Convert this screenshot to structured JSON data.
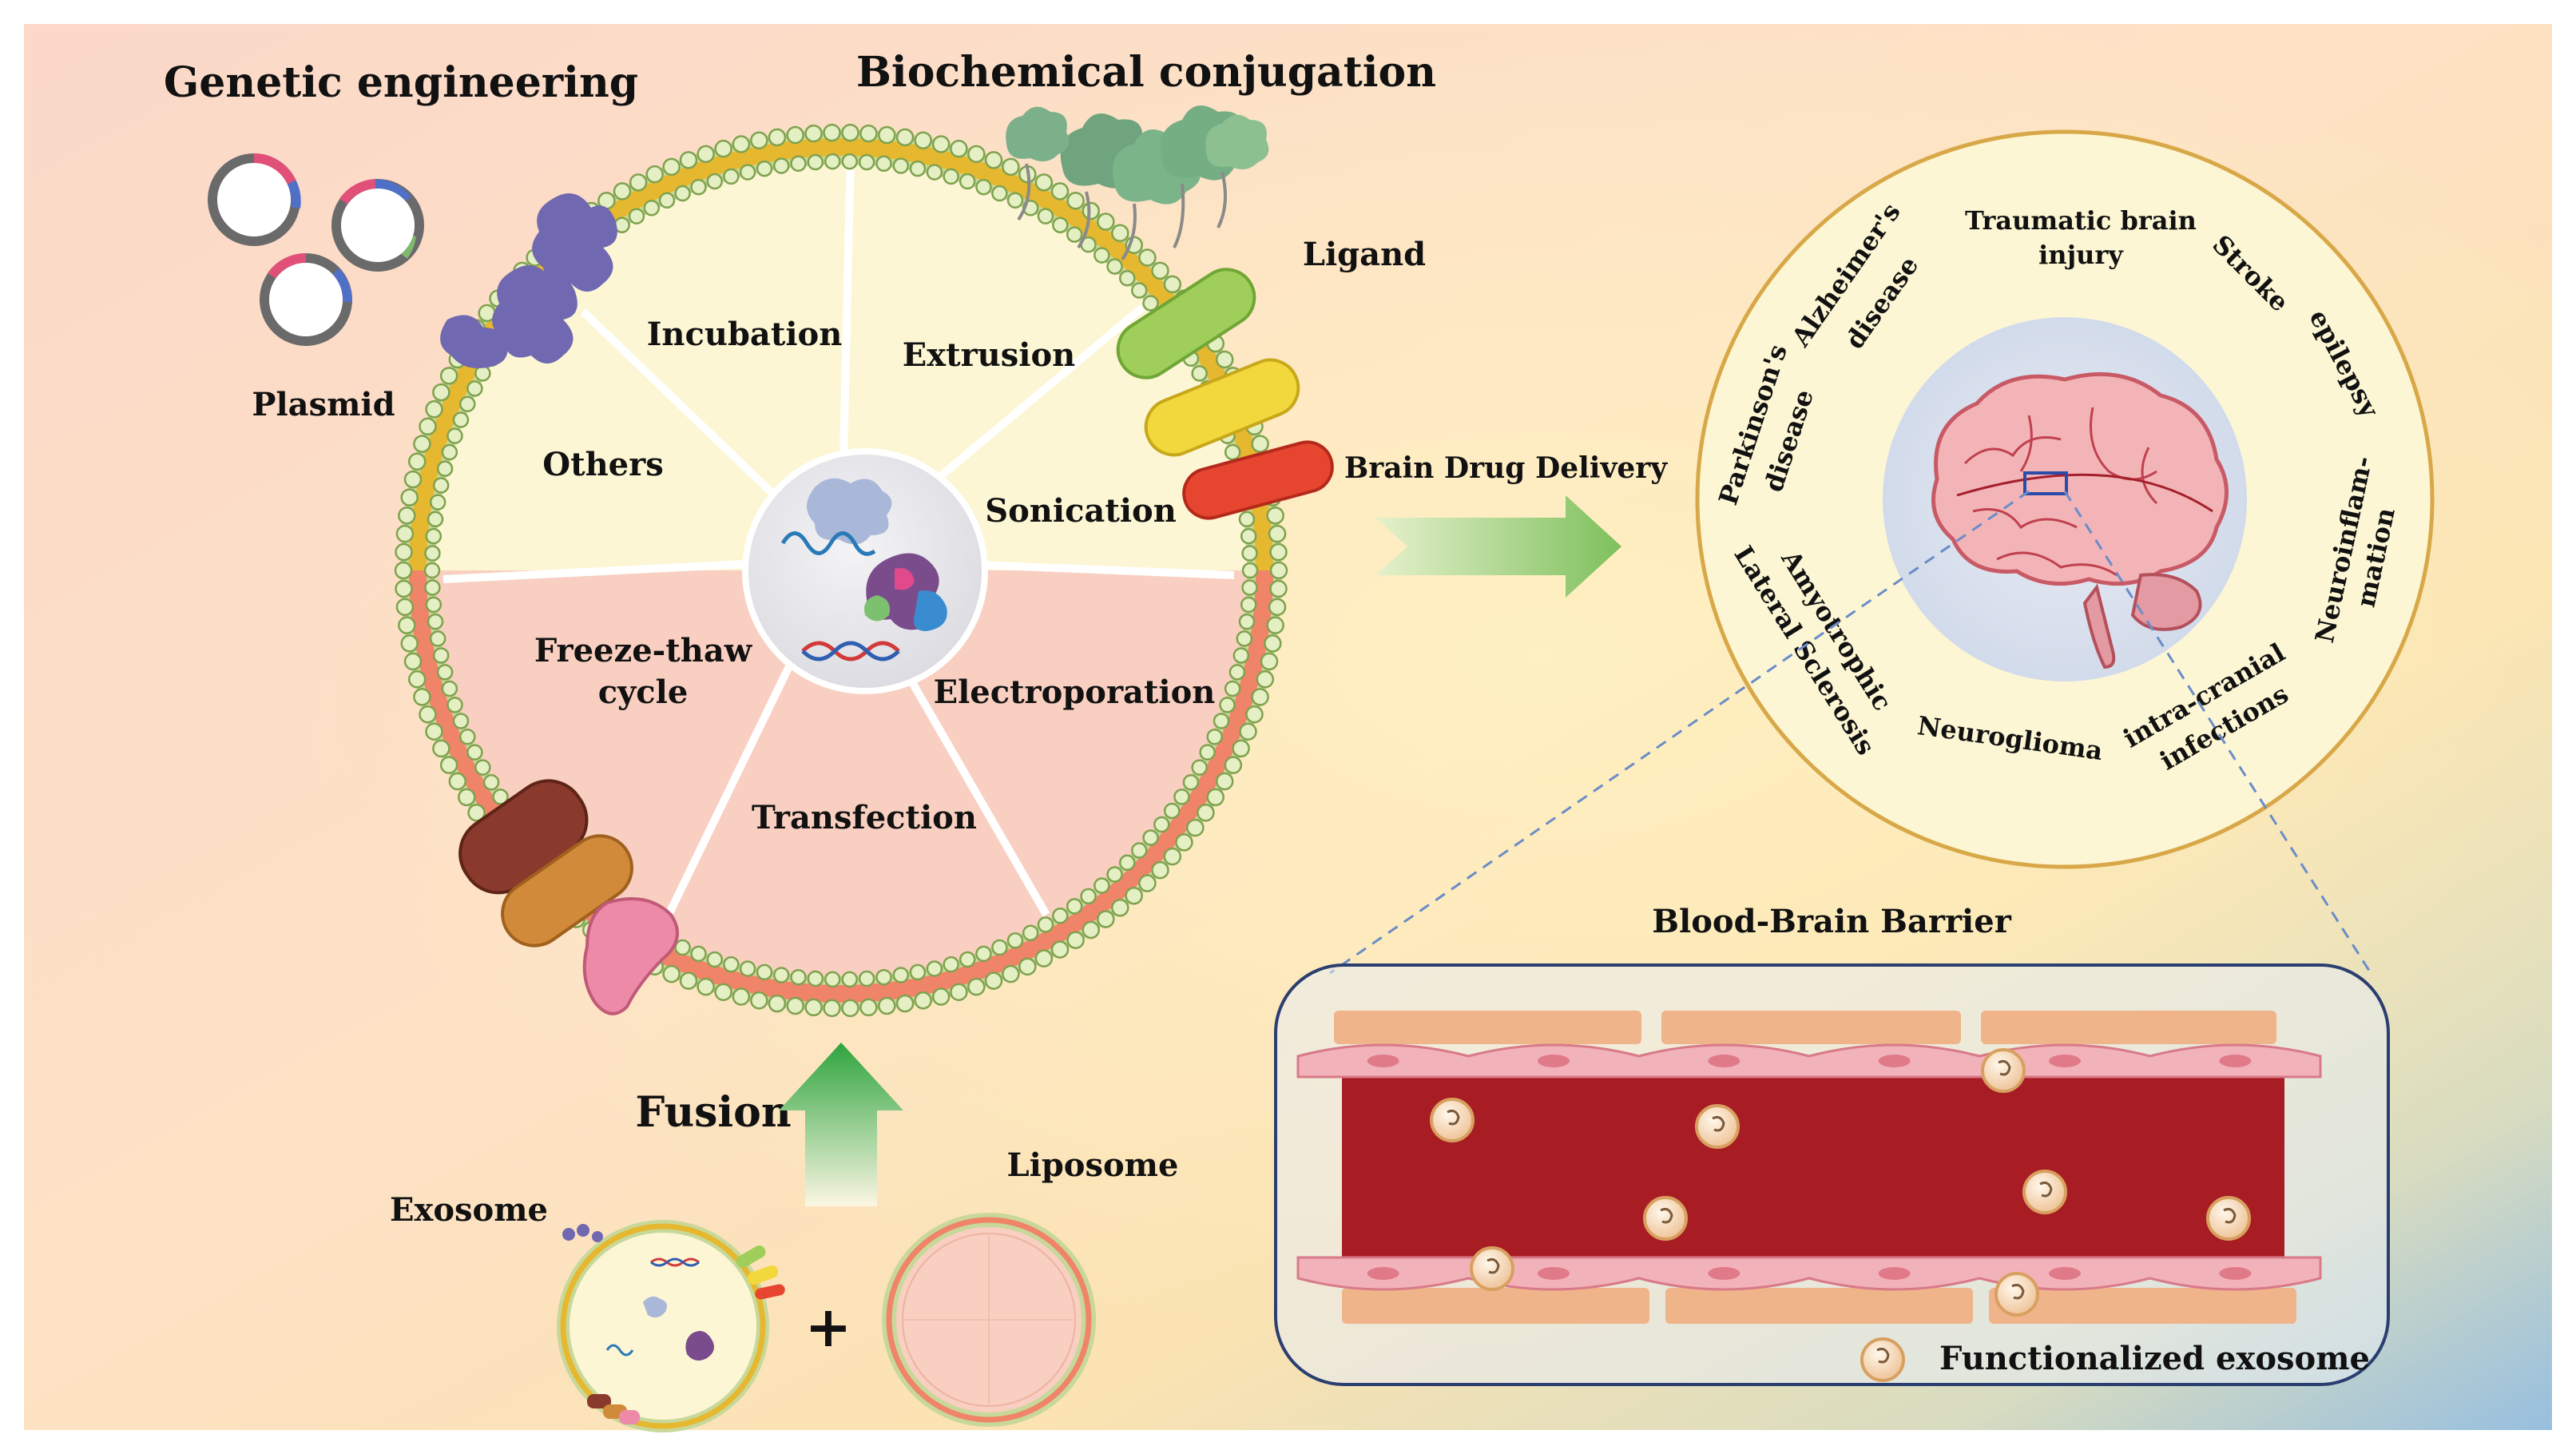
{
  "titles": {
    "genetic": "Genetic engineering",
    "biochemical": "Biochemical conjugation"
  },
  "labels": {
    "plasmid": "Plasmid",
    "ligand": "Ligand",
    "brain_delivery": "Brain Drug Delivery",
    "fusion": "Fusion",
    "exosome": "Exosome",
    "liposome": "Liposome",
    "plus": "+",
    "bbb": "Blood-Brain Barrier",
    "func_exosome": "Functionalized exosome"
  },
  "methods": {
    "incubation": "Incubation",
    "extrusion": "Extrusion",
    "sonication": "Sonication",
    "electroporation": "Electroporation",
    "transfection": "Transfection",
    "freeze1": "Freeze-thaw",
    "freeze2": "cycle",
    "others": "Others"
  },
  "diseases": {
    "tbi1": "Traumatic brain",
    "tbi2": "injury",
    "stroke": "Stroke",
    "epilepsy": "epilepsy",
    "neuro1": "Neuroinflam-",
    "neuro2": "mation",
    "icf1": "intra-cranial",
    "icf2": "infections",
    "neuroglioma": "Neuroglioma",
    "als1": "Amyotrophic",
    "als2": "Lateral Sclerosis",
    "pd1": "Parkinson's",
    "pd2": "disease",
    "ad1": "Alzheimer's",
    "ad2": "disease"
  },
  "colors": {
    "pale_yellow_sector": "#fdf6d4",
    "pink_sector": "#f8cfc0",
    "membrane_gold": "#e6b830",
    "membrane_salmon": "#ef8468",
    "bead_green": "#d9e8b6",
    "blood": "#a81c24",
    "vessel_wall": "#f2b2ba",
    "pericyte": "#f0b48a",
    "arrow_green": "#8ccc6c"
  }
}
